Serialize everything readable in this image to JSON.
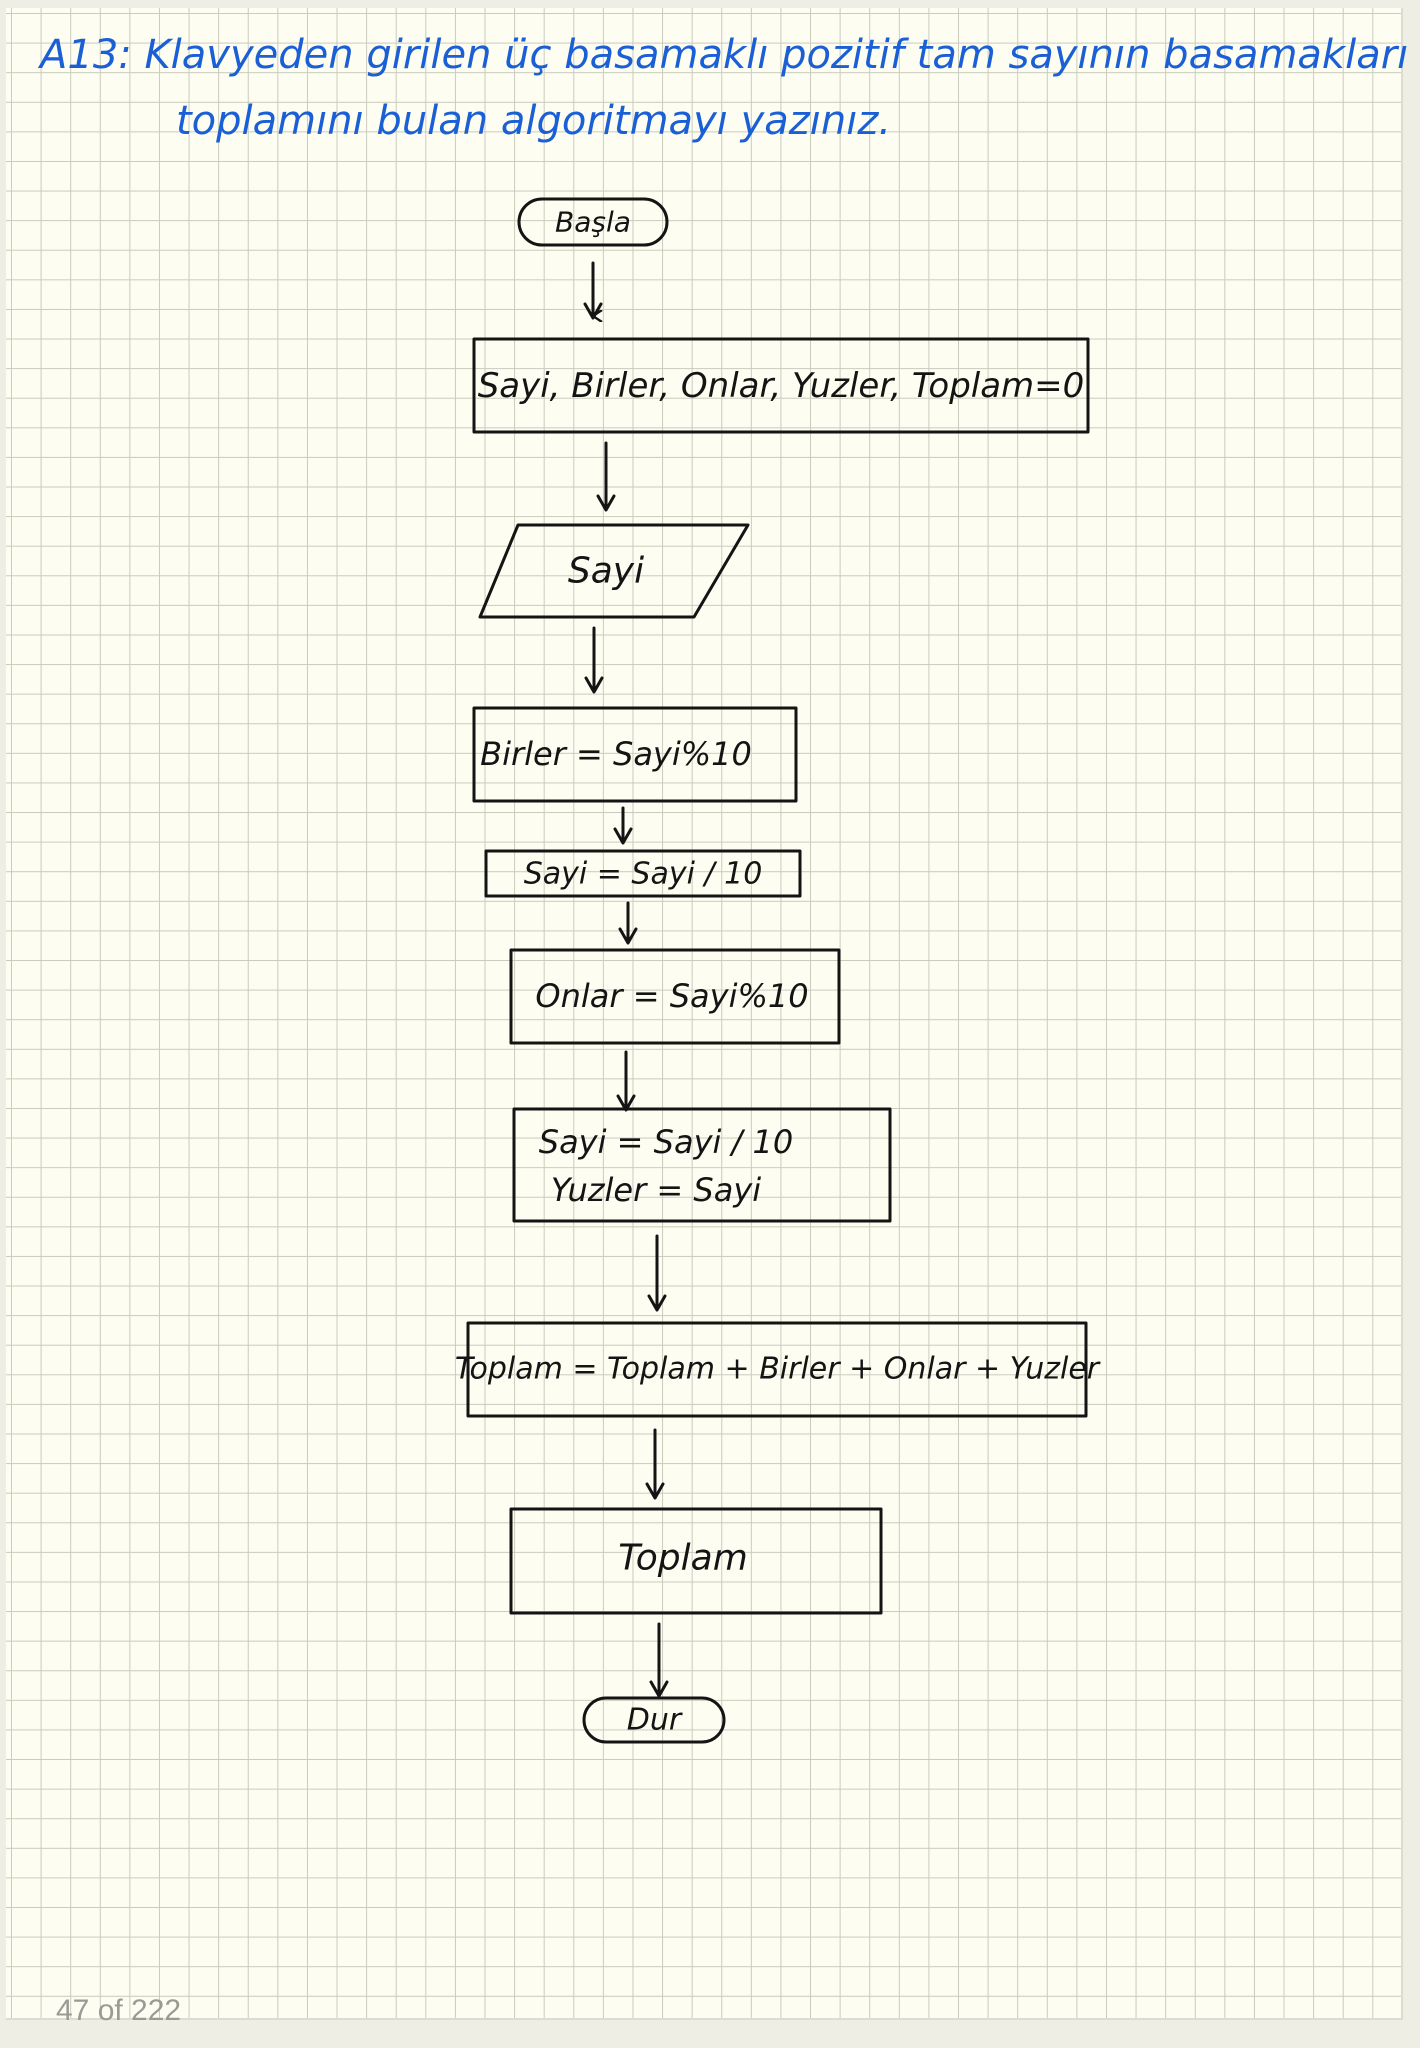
{
  "question": {
    "line1": "A13: Klavyeden girilen üç basamaklı pozitif tam sayının basamakları",
    "line2": "toplamını bulan algoritmayı yazınız."
  },
  "flowchart": {
    "start": "Başla",
    "init": "Sayi, Birler, Onlar, Yuzler, Toplam=0",
    "input": "Sayi",
    "step_birler": "Birler = Sayi%10",
    "step_div1": "Sayi = Sayi / 10",
    "step_onlar": "Onlar = Sayi%10",
    "step_div2_line1": "Sayi = Sayi / 10",
    "step_div2_line2": "Yuzler = Sayi",
    "step_toplam": "Toplam = Toplam + Birler + Onlar + Yuzler",
    "output": "Toplam",
    "end": "Dur"
  },
  "page_counter": "47 of 222",
  "colors": {
    "ink": "#141414",
    "question_ink": "#1a5fd6",
    "grid": "#c9cbbd",
    "paper": "#fdfdf1"
  }
}
